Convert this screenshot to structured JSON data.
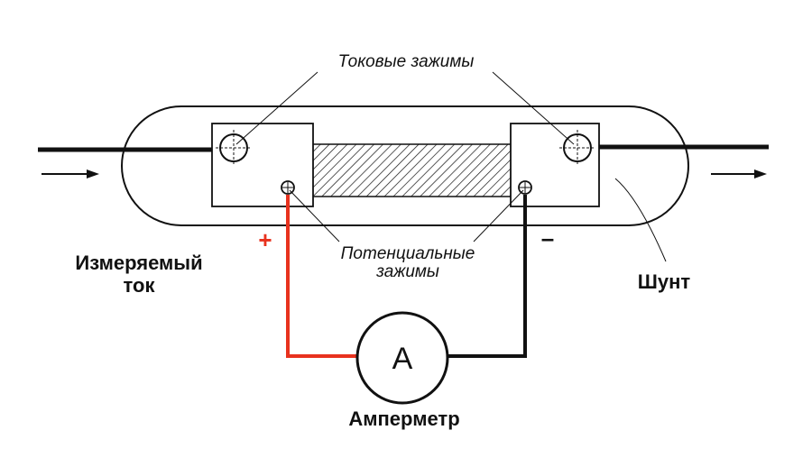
{
  "labels": {
    "current_clamps": "Токовые зажимы",
    "potential_clamps_line1": "Потенциальные",
    "potential_clamps_line2": "зажимы",
    "measured_current_line1": "Измеряемый",
    "measured_current_line2": "ток",
    "shunt": "Шунт",
    "ammeter": "Амперметр",
    "ammeter_symbol": "A",
    "plus_sign": "+",
    "minus_sign": "–"
  },
  "colors": {
    "positive_wire": "#e8321e",
    "negative_wire": "#111111",
    "outline": "#111111",
    "background": "#ffffff"
  }
}
